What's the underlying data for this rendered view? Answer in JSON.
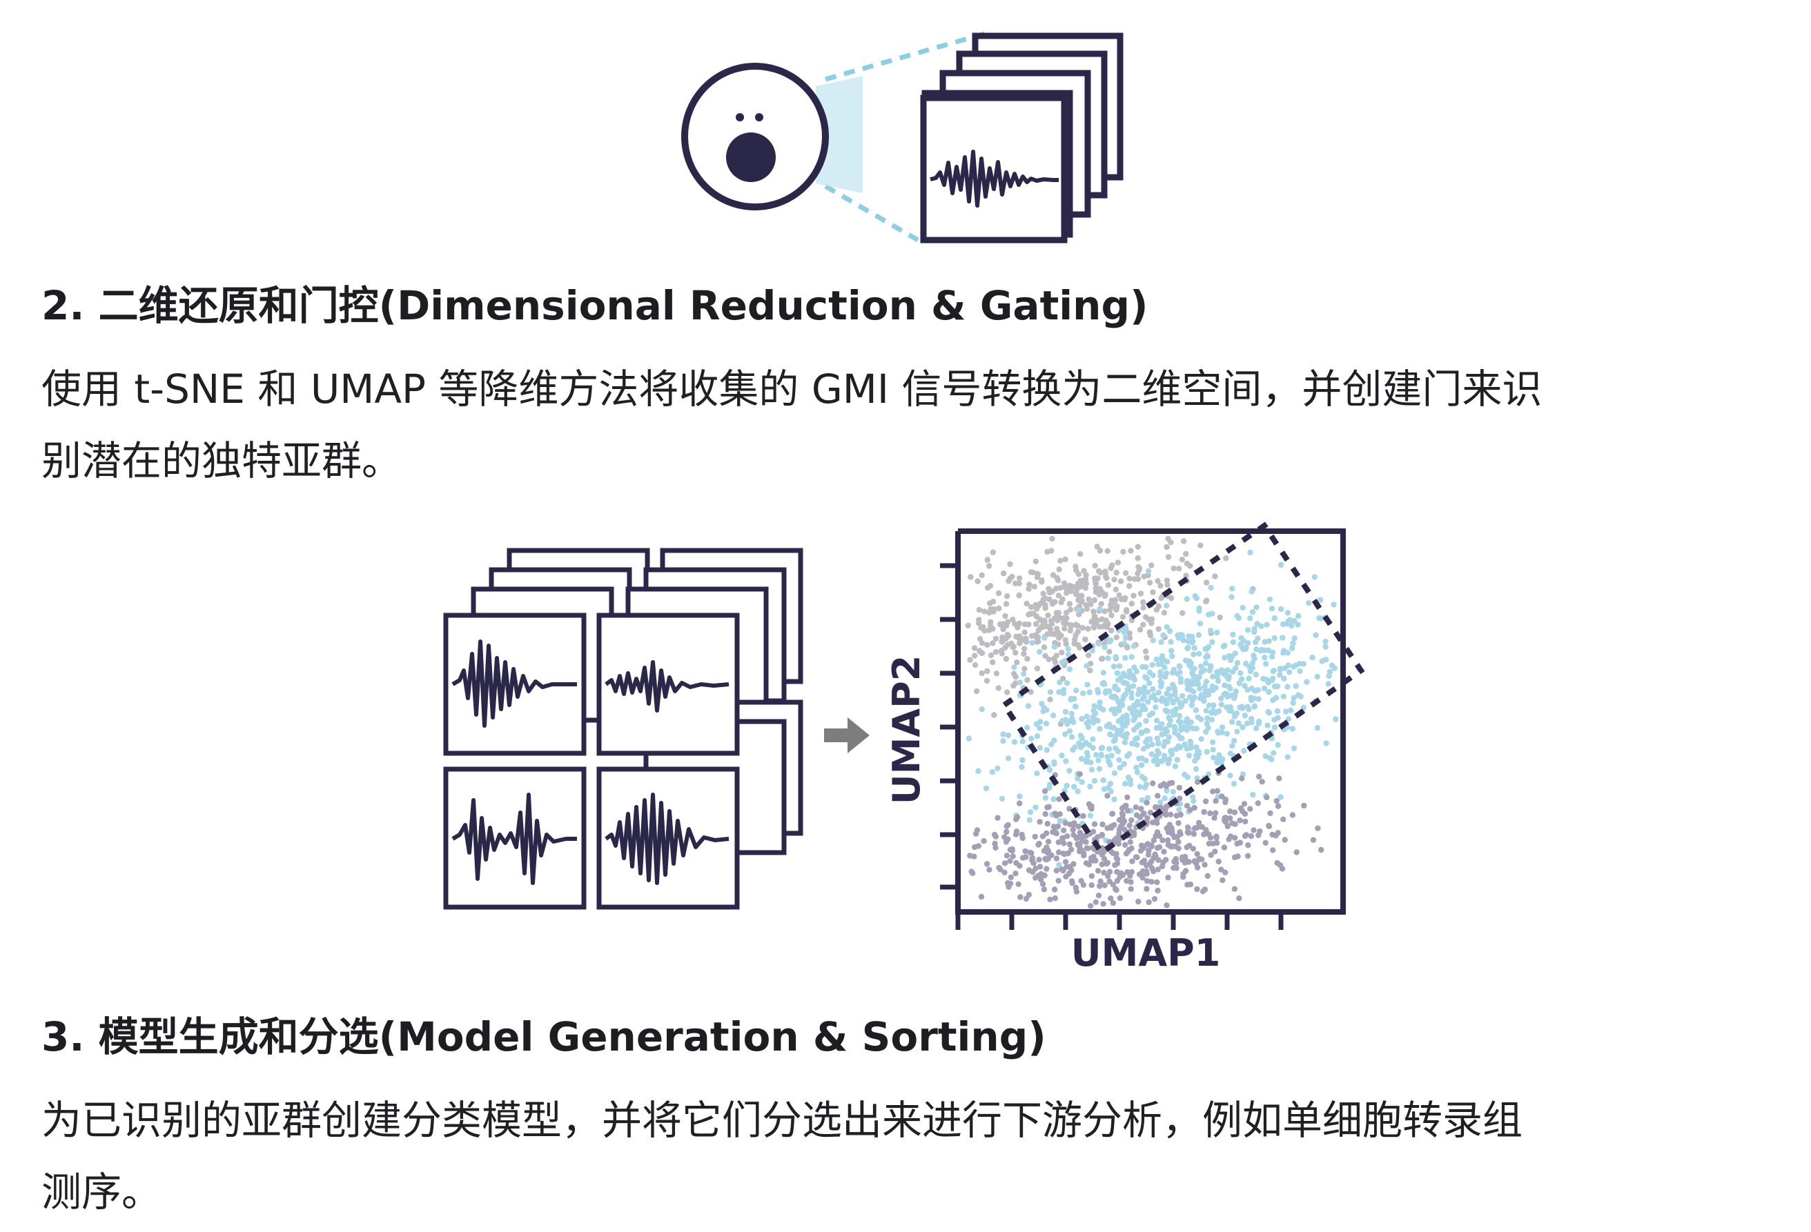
{
  "sections": {
    "step2": {
      "heading": "2. 二维还原和门控(Dimensional Reduction & Gating)",
      "body_line1": "使用 t-SNE 和 UMAP 等降维方法将收集的 GMI 信号转换为二维空间，并创建门来识",
      "body_line2": "别潜在的独特亚群。"
    },
    "step3": {
      "heading": "3. 模型生成和分选(Model Generation & Sorting)",
      "body_line1": "为已识别的亚群创建分类模型，并将它们分选出来进行下游分析，例如单细胞转录组",
      "body_line2": "测序。"
    }
  },
  "figure_umap": {
    "x_label": "UMAP1",
    "y_label": "UMAP2"
  },
  "colors": {
    "ink": "#2b2748",
    "cluster_gray": "#bdbdc1",
    "cluster_blue": "#a9d6e6",
    "cluster_purple": "#a39fb4",
    "arrow": "#7d7d7d",
    "dashed_link": "#8fcde0"
  }
}
